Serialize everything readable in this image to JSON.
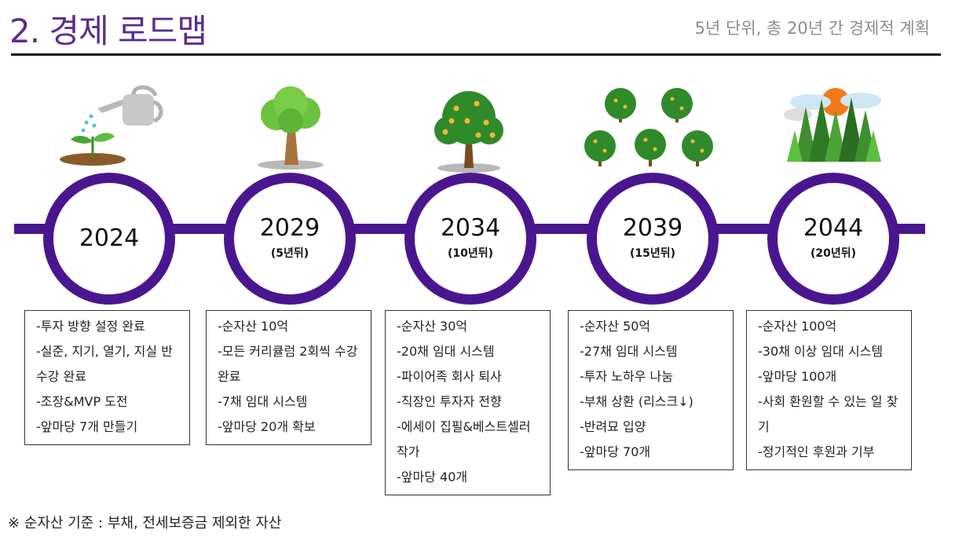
{
  "header": {
    "title": "2. 경제 로드맵",
    "subtitle": "5년 단위, 총 20년 간 경제적 계획"
  },
  "milestones": [
    {
      "year": "2024",
      "after": "",
      "illustration": "seedling-watering-can-icon",
      "items": [
        "-투자 방향 설정 완료",
        "-실준, 지기, 열기, 지실 반 수강 완료",
        "-조장&MVP 도전",
        "-앞마당 7개 만들기"
      ]
    },
    {
      "year": "2029",
      "after": "(5년뒤)",
      "illustration": "young-tree-icon",
      "items": [
        "-순자산 10억",
        "-모든 커리큘럼 2회씩 수강 완료",
        "-7채 임대 시스템",
        "-앞마당 20개 확보"
      ]
    },
    {
      "year": "2034",
      "after": "(10년뒤)",
      "illustration": "fruit-tree-icon",
      "items": [
        "-순자산 30억",
        "-20채 임대 시스템",
        "-파이어족 회사 퇴사",
        "-직장인 투자자 전향",
        "-에세이 집필&베스트셀러 작가",
        "-앞마당 40개"
      ]
    },
    {
      "year": "2039",
      "after": "(15년뒤)",
      "illustration": "orchard-icon",
      "items": [
        "-순자산 50억",
        "-27채 임대 시스템",
        "-투자 노하우 나눔",
        "-부채 상환 (리스크↓)",
        "-반려묘 입양",
        "-앞마당 70개"
      ]
    },
    {
      "year": "2044",
      "after": "(20년뒤)",
      "illustration": "forest-sunrise-icon",
      "items": [
        "-순자산 100억",
        "-30채 이상 임대 시스템",
        "-앞마당 100개",
        "-사회 환원할 수 있는 일 찾기",
        "-정기적인 후원과 기부"
      ]
    }
  ],
  "footnote": "※ 순자산 기준 : 부채, 전세보증금 제외한 자산",
  "colors": {
    "title": "#5b2c8f",
    "timeline": "#4a1690",
    "subtitle": "#8c8c8c"
  }
}
